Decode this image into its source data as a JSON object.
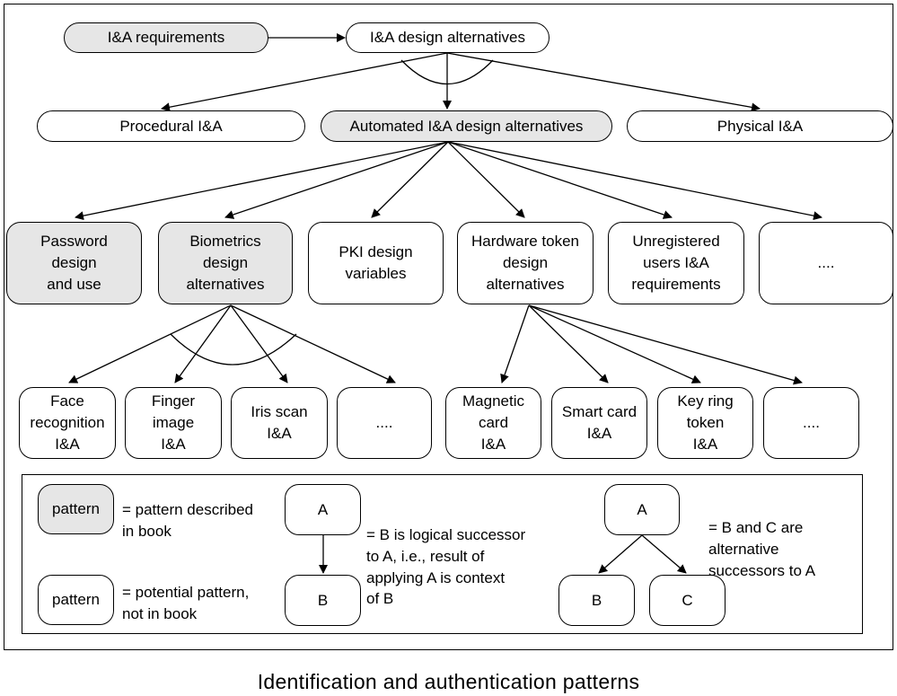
{
  "nodes": {
    "ia_requirements": "I&A requirements",
    "ia_design_alternatives": "I&A  design alternatives",
    "procedural_ia": "Procedural I&A",
    "automated_ia": "Automated I&A design alternatives",
    "physical_ia": "Physical I&A",
    "password": "Password\ndesign\nand use",
    "biometrics": "Biometrics\ndesign\nalternatives",
    "pki": "PKI design\nvariables",
    "hardware_token": "Hardware token\ndesign\nalternatives",
    "unregistered": "Unregistered\nusers I&A\nrequirements",
    "more_automated": "....",
    "face": "Face\nrecognition\nI&A",
    "finger": "Finger\nimage\nI&A",
    "iris": "Iris scan\nI&A",
    "more_biometrics": "....",
    "magnetic": "Magnetic\ncard\nI&A",
    "smart": "Smart card\nI&A",
    "keyring": "Key ring\ntoken\nI&A",
    "more_tokens": "...."
  },
  "legend": {
    "pattern_grey_label": "pattern",
    "pattern_grey_desc": "= pattern described\n   in book",
    "pattern_white_label": "pattern",
    "pattern_white_desc": "= potential pattern,\n   not in book",
    "seq_a": "A",
    "seq_b": "B",
    "seq_desc": "= B is logical successor\nto A, i.e., result of\napplying A is context\nof B",
    "alt_a": "A",
    "alt_b": "B",
    "alt_c": "C",
    "alt_desc": "= B and C are\nalternative\nsuccessors to A"
  },
  "caption": "Identification and authentication patterns"
}
